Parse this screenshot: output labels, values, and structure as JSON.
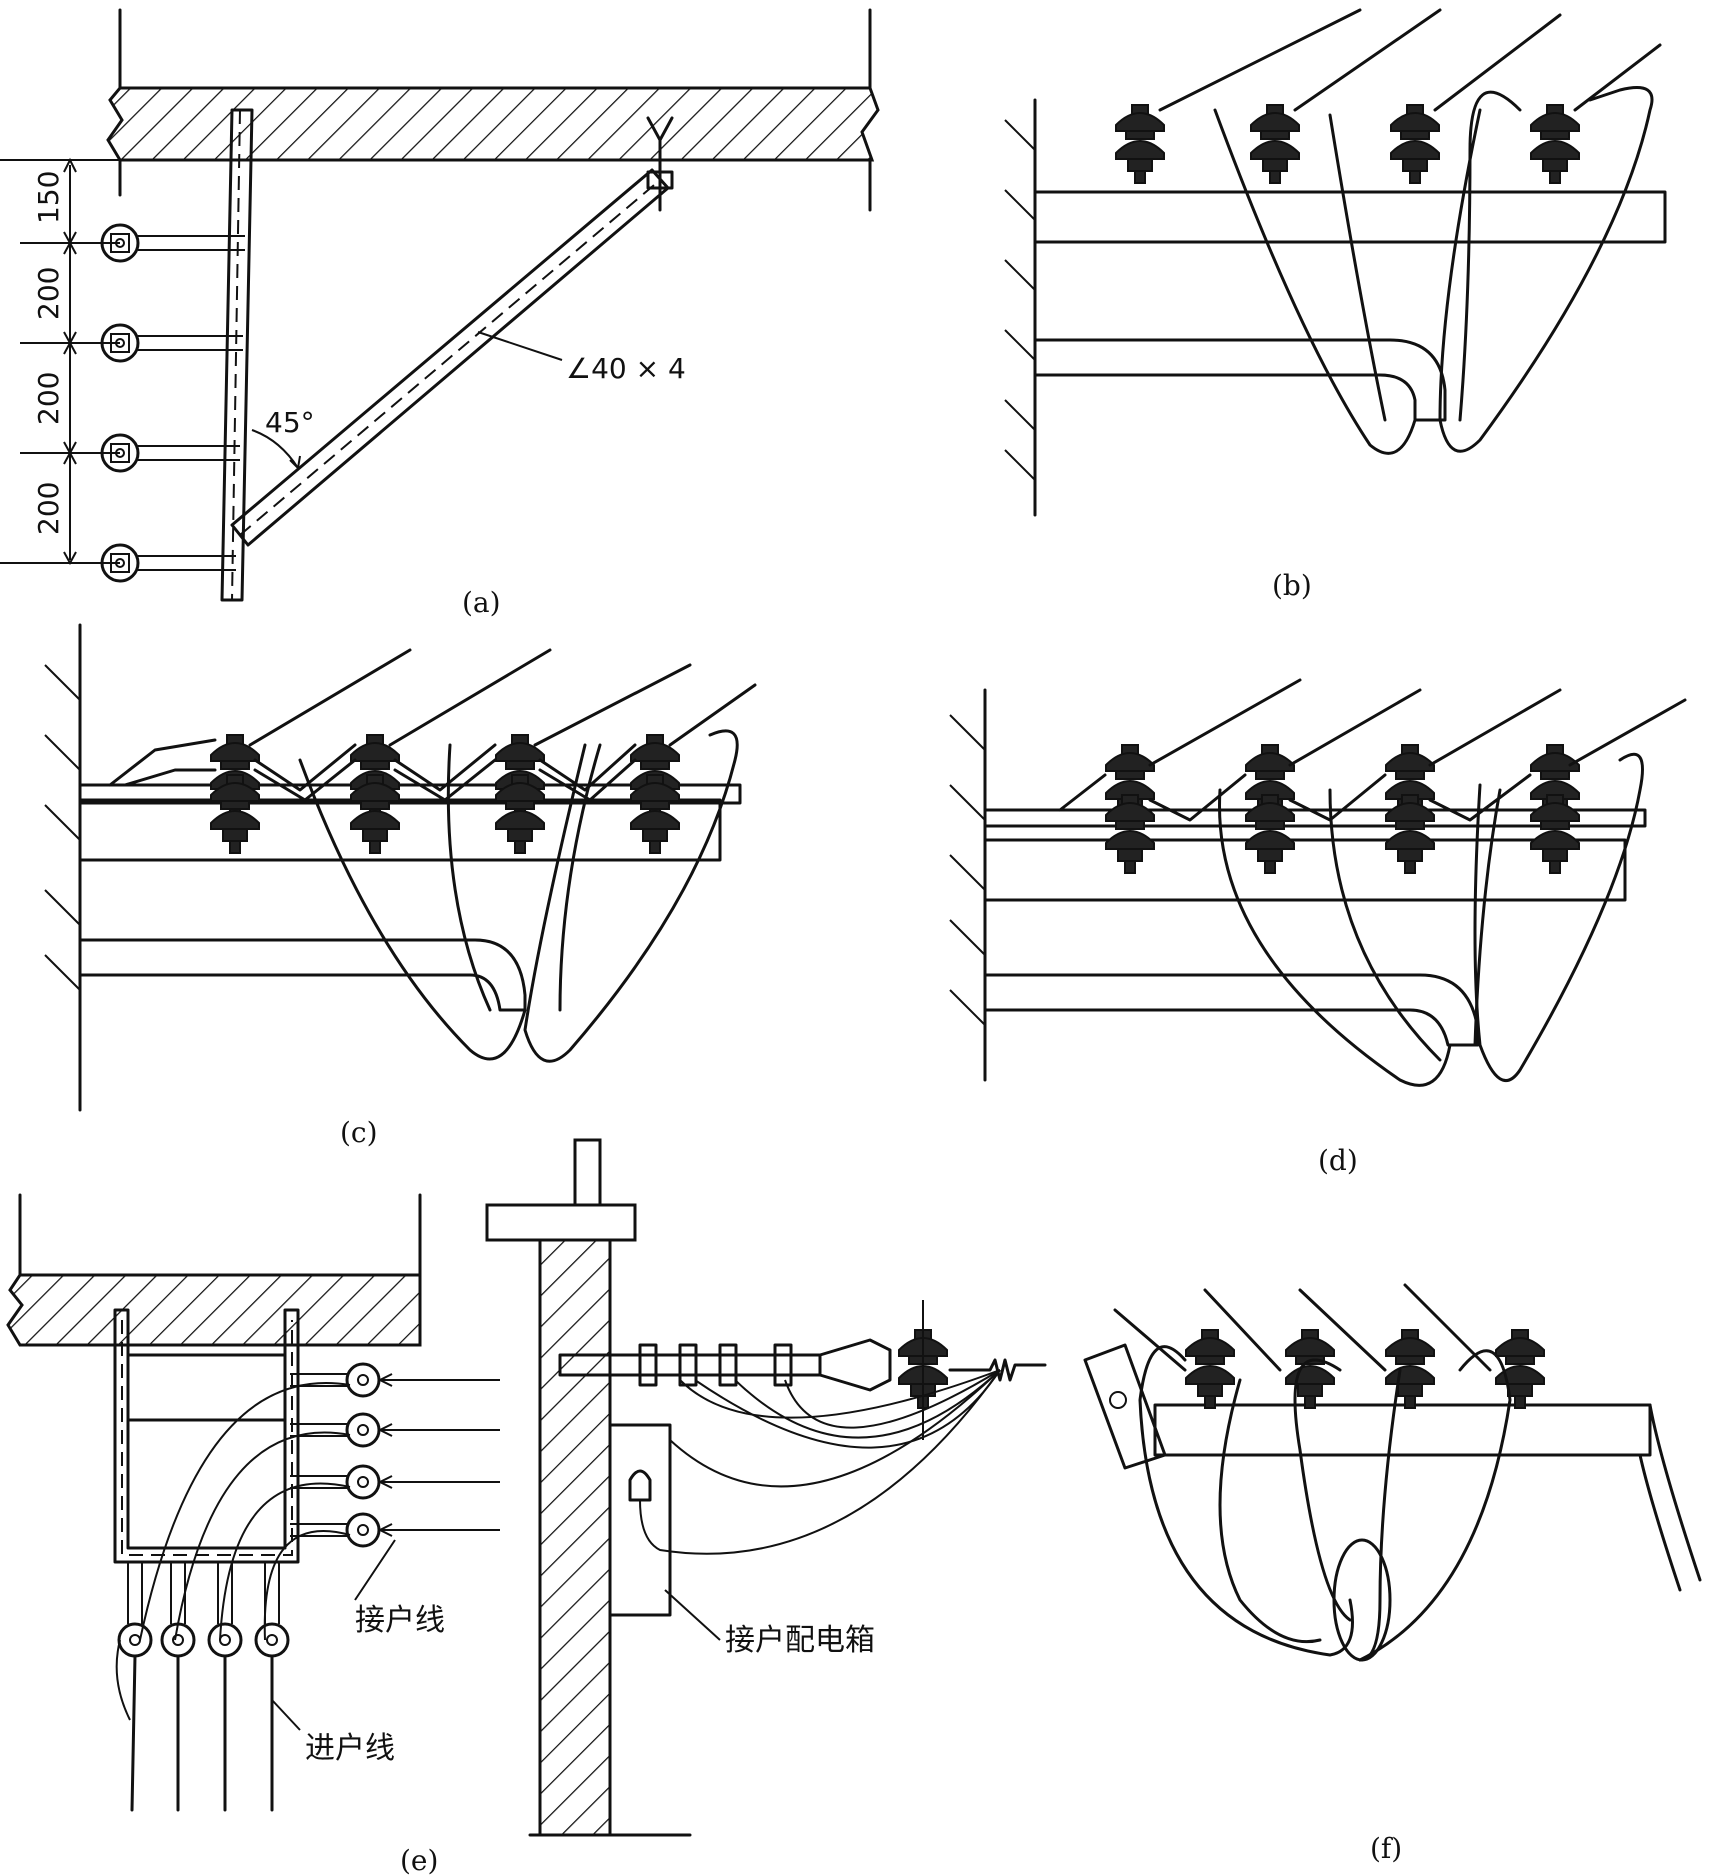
{
  "captions": {
    "a": "(a)",
    "b": "(b)",
    "c": "(c)",
    "d": "(d)",
    "e": "(e)",
    "f": "(f)"
  },
  "panel_a": {
    "dimensions": [
      "150",
      "200",
      "200",
      "200"
    ],
    "angle_label": "45°",
    "angle_steel_label": "∠40 × 4"
  },
  "panel_e": {
    "service_line_label": "接户线",
    "entry_line_label": "进户线",
    "distribution_box_label": "接户配电箱"
  }
}
